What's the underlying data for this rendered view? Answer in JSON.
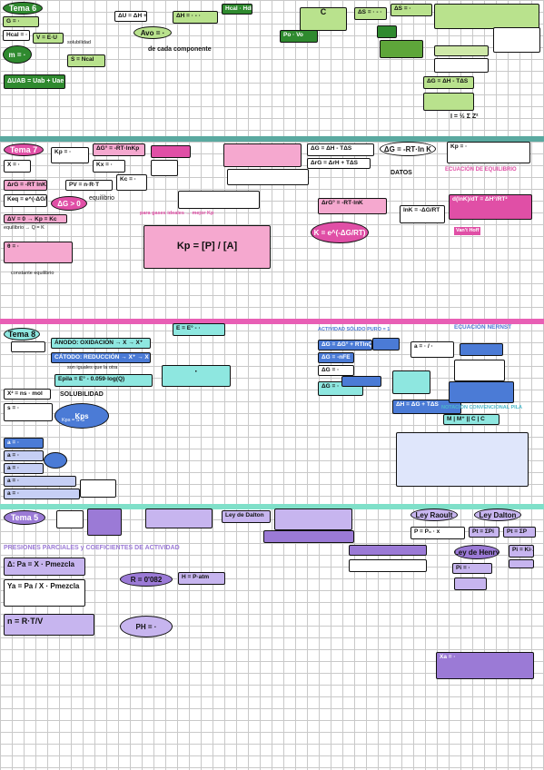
{
  "colors": {
    "band_green": "#5aa9a0",
    "band_pink": "#e85fb5",
    "band_mint": "#7fe0c9",
    "green": "#2f8a2f",
    "lightgreen": "#b9e28d",
    "magenta": "#e04fa6",
    "lightpink": "#f5a8cf",
    "cyan": "#8ee7e0",
    "blue": "#4b7bd6",
    "purple": "#9b7ad6",
    "lavender": "#c7b5ef"
  },
  "section1": {
    "title": "Tema 6",
    "boxes": [
      "G = ·",
      "Hcal = ·",
      "m = ·",
      "V = E·U",
      "ΔU = ΔH + ΔG",
      "ΔH = · - ·",
      "S = Ncal",
      "solubilidad",
      "Avo = ·",
      "de cada componente",
      "ΔUAB = Uab + Uae",
      "Hcal · Hdis = Hvap",
      "C",
      "Po · Vo",
      "ΔS = · - ·",
      "ΔS = ·",
      "ΔG = ΔH - TΔS",
      "I = ½ Σ Z²"
    ]
  },
  "section2": {
    "title": "Tema 7",
    "boxes": [
      "X = ·",
      "Kp = ·",
      "ΔG° = -RT·lnKp",
      "Kx = ·",
      "Kc = ·",
      "ΔrG = -RT lnKeq",
      "ΔG > 0",
      "PV = n·R·T",
      "Keq = e^(-ΔG/RT)",
      "equilibrio",
      "ΔV = 0 → Kp = Kc",
      "equilibrio → Q = K",
      "θ = ·",
      "constante equilibrio",
      "ΔG = ΔH - TΔS",
      "ΔrG = ΔrH + TΔS",
      "ΔG = -RT·ln K",
      "DATOS",
      "Kp = ·",
      "ECUACIÓN DE EQUILIBRIO",
      "para gases ideales → mejor Kp",
      "Kp = [P] / [A]",
      "ΔrG° = -RT·lnK",
      "lnK = -ΔG/RT",
      "d(lnK)/dT = ΔH°/RT²",
      "K = e^(-ΔG/RT)",
      "Van't Hoff"
    ]
  },
  "section3": {
    "title": "Tema 8",
    "boxes": [
      "E = E° - ·",
      "ÁNODO: OXIDACIÓN → X → X⁺",
      "CÁTODO: REDUCCIÓN → X⁺ → X",
      "son iguales que la otra",
      "Epila = E° - 0.059·log(Q)",
      "·",
      "X² = ns · mol",
      "SOLUBILIDAD",
      "s = ·",
      "Kps",
      "Kps = S·S",
      "a = ·",
      "a = ·",
      "a = ·",
      "a = ·",
      "a = ·",
      "ACTIVIDAD SÓLIDO PURO = 1",
      "ECUACIÓN NERNST",
      "a = · / ·",
      "ΔG = ΔG° + RTlnQ",
      "ΔG = -nFE",
      "ΔG = ·",
      "ΔH = ΔG + TΔS",
      "NOTACIÓN CONVENCIONAL PILA",
      "M | M⁺ || C | C",
      "ΔG = ·"
    ]
  },
  "section4": {
    "title": "Tema 5",
    "boxes": [
      "Ley de Dalton",
      "Ley Raoult",
      "Ley Dalton",
      "P = P₀ · x",
      "Pt = ΣPi",
      "Pt = ΣP",
      "PRESIONES PARCIALES y COEFICIENTES DE ACTIVIDAD",
      "Δ: Pa = X · Pmezcla",
      "Ya = Pa / X · Pmezcla",
      "R = 0'082",
      "H = P·atm",
      "Ley de Henry",
      "Pi = Ki·Xi",
      "n = R·T/V",
      "PH = ·",
      "Xa = ·",
      "Pi = ·"
    ]
  }
}
